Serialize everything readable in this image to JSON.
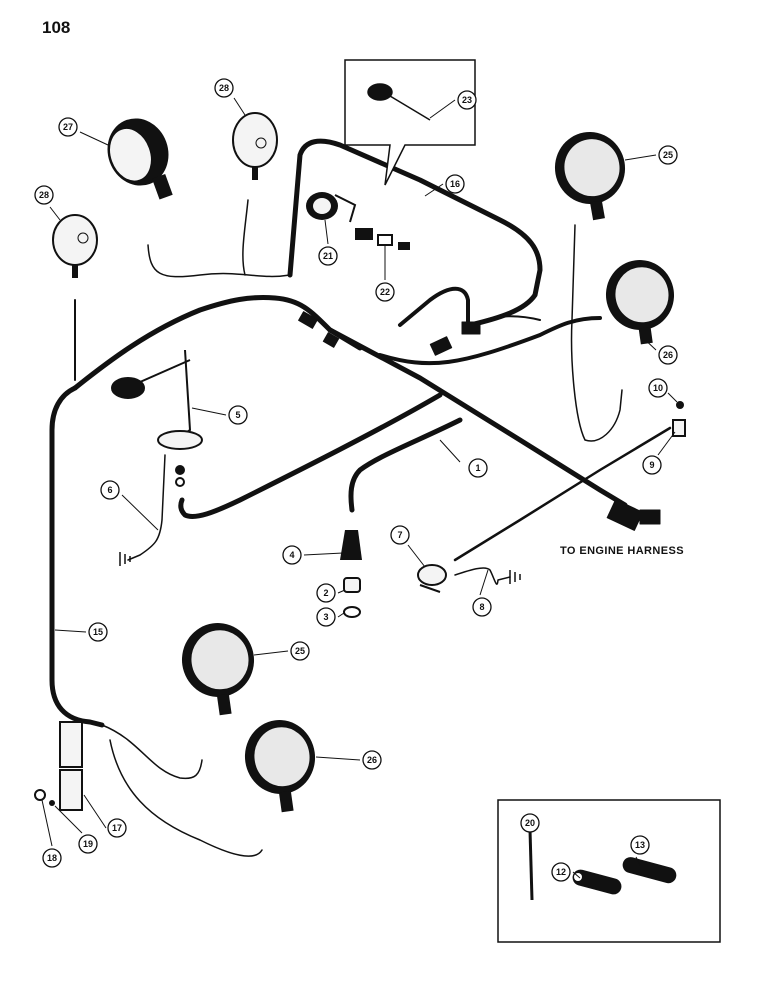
{
  "page_number": "108",
  "harness_label": "TO ENGINE HARNESS",
  "callouts": [
    {
      "id": "c1",
      "text": "1"
    },
    {
      "id": "c2",
      "text": "2"
    },
    {
      "id": "c3",
      "text": "3"
    },
    {
      "id": "c4",
      "text": "4"
    },
    {
      "id": "c5",
      "text": "5"
    },
    {
      "id": "c6",
      "text": "6"
    },
    {
      "id": "c7",
      "text": "7"
    },
    {
      "id": "c8",
      "text": "8"
    },
    {
      "id": "c9",
      "text": "9"
    },
    {
      "id": "c10",
      "text": "10"
    },
    {
      "id": "c12",
      "text": "12"
    },
    {
      "id": "c13",
      "text": "13"
    },
    {
      "id": "c15",
      "text": "15"
    },
    {
      "id": "c16",
      "text": "16"
    },
    {
      "id": "c17",
      "text": "17"
    },
    {
      "id": "c18",
      "text": "18"
    },
    {
      "id": "c19",
      "text": "19"
    },
    {
      "id": "c20",
      "text": "20"
    },
    {
      "id": "c21",
      "text": "21"
    },
    {
      "id": "c22",
      "text": "22"
    },
    {
      "id": "c23",
      "text": "23"
    },
    {
      "id": "c25a",
      "text": "25"
    },
    {
      "id": "c25b",
      "text": "25"
    },
    {
      "id": "c26a",
      "text": "26"
    },
    {
      "id": "c26b",
      "text": "26"
    },
    {
      "id": "c27",
      "text": "27"
    },
    {
      "id": "c28a",
      "text": "28"
    },
    {
      "id": "c28b",
      "text": "28"
    }
  ],
  "colors": {
    "ink": "#111111",
    "paper": "#ffffff",
    "lens": "#e8e8e8"
  }
}
